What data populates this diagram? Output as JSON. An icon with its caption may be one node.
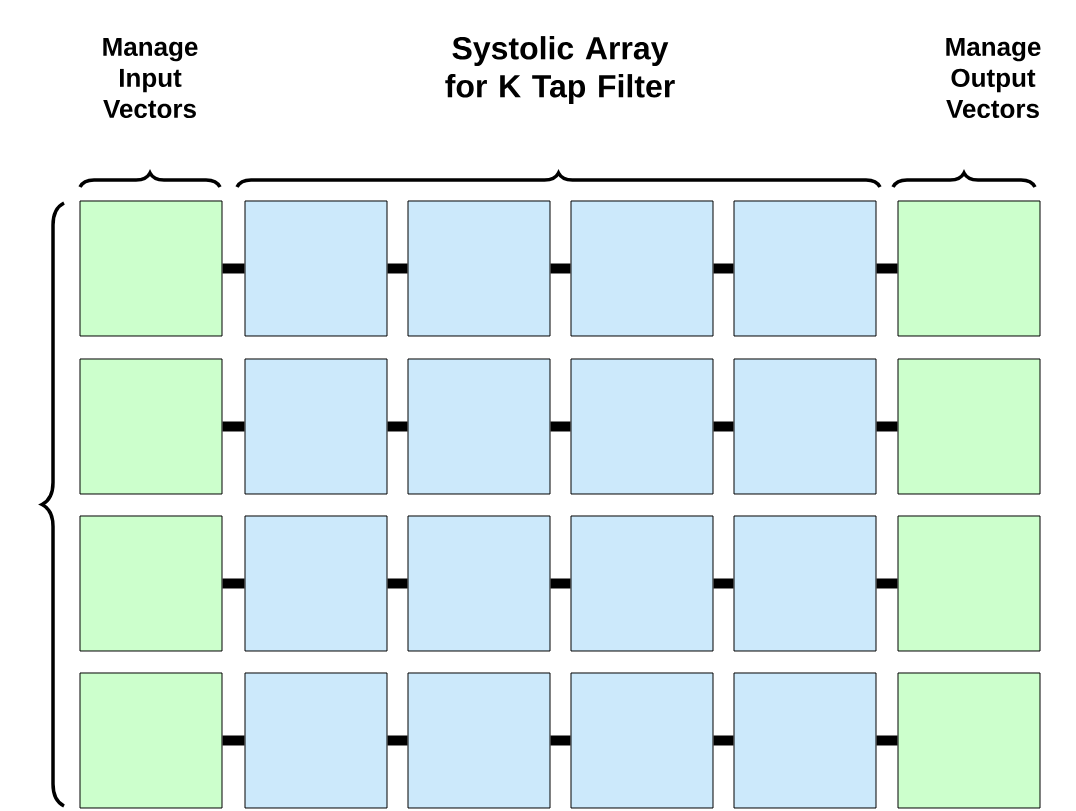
{
  "diagram": {
    "nodes": [
      {
        "text": [],
        "shape": "box"
      },
      {
        "text": [],
        "shape": "box"
      },
      {
        "text": [],
        "shape": "box"
      },
      {
        "text": [],
        "shape": "box"
      },
      {
        "text": [],
        "shape": "box"
      },
      {
        "text": [],
        "shape": "box"
      },
      {
        "text": [],
        "shape": "box"
      },
      {
        "text": [],
        "shape": "box"
      },
      {
        "text": [],
        "shape": "box"
      },
      {
        "text": [],
        "shape": "box"
      },
      {
        "text": [],
        "shape": "box"
      },
      {
        "text": [],
        "shape": "box"
      },
      {
        "text": [],
        "shape": "box"
      },
      {
        "text": [],
        "shape": "box"
      },
      {
        "text": [],
        "shape": "box"
      },
      {
        "text": [],
        "shape": "box"
      },
      {
        "text": [],
        "shape": "box"
      },
      {
        "text": [],
        "shape": "box"
      },
      {
        "text": [],
        "shape": "box"
      },
      {
        "text": [],
        "shape": "box"
      },
      {
        "text": [],
        "shape": "box"
      },
      {
        "text": [],
        "shape": "box"
      },
      {
        "text": [],
        "shape": "box"
      },
      {
        "text": [],
        "shape": "box"
      }
    ],
    "edges": [
      {
        "from": 0,
        "to": 1,
        "arrow": "none"
      },
      {
        "from": 1,
        "to": 2,
        "arrow": "none"
      },
      {
        "from": 2,
        "to": 3,
        "arrow": "none"
      },
      {
        "from": 3,
        "to": 4,
        "arrow": "none"
      },
      {
        "from": 4,
        "to": 5,
        "arrow": "none"
      },
      {
        "from": 6,
        "to": 7,
        "arrow": "none"
      },
      {
        "from": 7,
        "to": 8,
        "arrow": "none"
      },
      {
        "from": 8,
        "to": 9,
        "arrow": "none"
      },
      {
        "from": 9,
        "to": 10,
        "arrow": "none"
      },
      {
        "from": 10,
        "to": 11,
        "arrow": "none"
      },
      {
        "from": 12,
        "to": 13,
        "arrow": "none"
      },
      {
        "from": 13,
        "to": 14,
        "arrow": "none"
      },
      {
        "from": 14,
        "to": 15,
        "arrow": "none"
      },
      {
        "from": 15,
        "to": 16,
        "arrow": "none"
      },
      {
        "from": 16,
        "to": 17,
        "arrow": "none"
      },
      {
        "from": 18,
        "to": 19,
        "arrow": "none"
      },
      {
        "from": 19,
        "to": 20,
        "arrow": "none"
      },
      {
        "from": 20,
        "to": 21,
        "arrow": "none"
      },
      {
        "from": 21,
        "to": 22,
        "arrow": "none"
      },
      {
        "from": 22,
        "to": 23,
        "arrow": "none"
      }
    ],
    "labels": [
      "Manage Input Vectors",
      "Systolic Array for K Tap Filter",
      "Manage Output Vectors"
    ]
  }
}
